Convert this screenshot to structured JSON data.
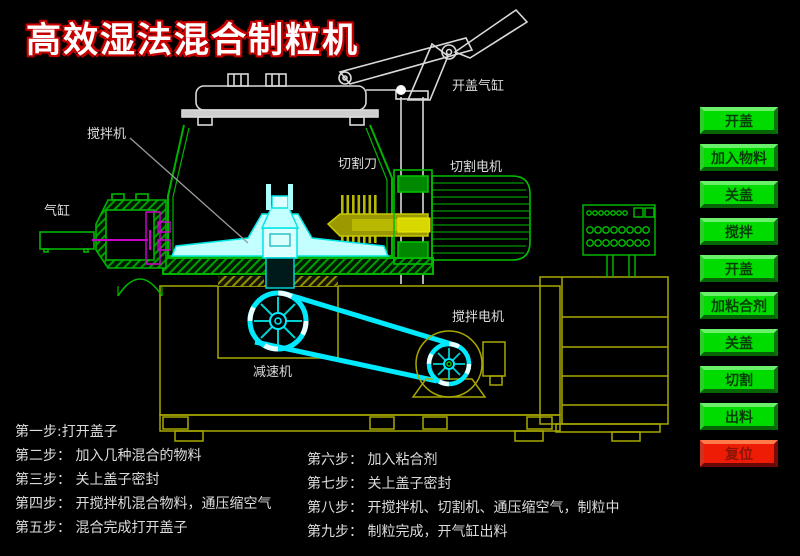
{
  "title": "高效湿法混合制粒机",
  "diagram_labels": {
    "mixer": "搅拌机",
    "air_cylinder": "气缸",
    "cutter_knife": "切割刀",
    "cutter_motor": "切割电机",
    "lid_cylinder": "开盖气缸",
    "mixer_motor": "搅拌电机",
    "reducer": "减速机"
  },
  "buttons": [
    {
      "label": "开盖"
    },
    {
      "label": "加入物料"
    },
    {
      "label": "关盖"
    },
    {
      "label": "搅拌"
    },
    {
      "label": "开盖"
    },
    {
      "label": "加粘合剂"
    },
    {
      "label": "关盖"
    },
    {
      "label": "切割"
    },
    {
      "label": "出料"
    },
    {
      "label": "复位",
      "type": "reset"
    }
  ],
  "steps": {
    "left": [
      "第一步:打开盖子",
      "第二步： 加入几种混合的物料",
      "第三步： 关上盖子密封",
      "第四步： 开搅拌机混合物料，通压缩空气",
      "第五步： 混合完成打开盖子"
    ],
    "right": [
      "第六步： 加入粘合剂",
      "第七步： 关上盖子密封",
      "第八步： 开搅拌机、切割机、通压缩空气，制粒中",
      "第九步： 制粒完成，开气缸出料"
    ]
  },
  "colors": {
    "background": "#000000",
    "machine_green": "#00b400",
    "machine_cyan": "#00eaff",
    "machine_olive": "#a8a800",
    "machine_magenta": "#cc00cc",
    "lid_white": "#d9d9d9",
    "button_green": "#00dc00",
    "reset_red": "#ee1c04",
    "title_glow_red": "#c80000",
    "label_text": "#dcdcdc"
  }
}
